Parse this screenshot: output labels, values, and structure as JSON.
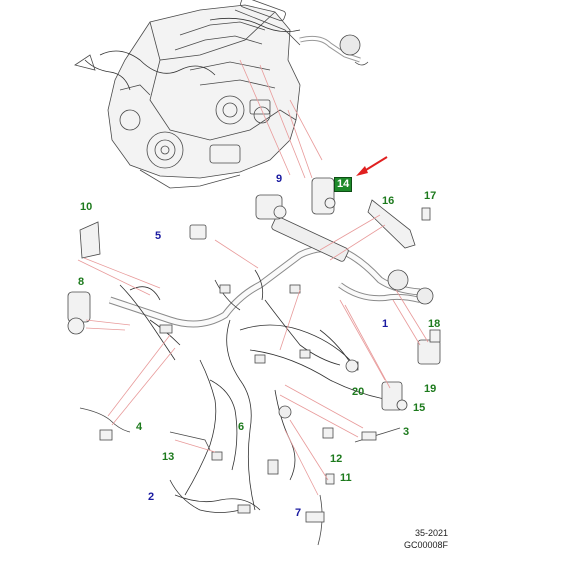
{
  "diagram": {
    "callouts": [
      {
        "id": "1",
        "text": "1",
        "color": "blue"
      },
      {
        "id": "2",
        "text": "2",
        "color": "blue"
      },
      {
        "id": "3",
        "text": "3",
        "color": "green"
      },
      {
        "id": "4",
        "text": "4",
        "color": "green"
      },
      {
        "id": "5",
        "text": "5",
        "color": "blue"
      },
      {
        "id": "6",
        "text": "6",
        "color": "green"
      },
      {
        "id": "7",
        "text": "7",
        "color": "blue"
      },
      {
        "id": "8",
        "text": "8",
        "color": "green"
      },
      {
        "id": "9",
        "text": "9",
        "color": "blue"
      },
      {
        "id": "10",
        "text": "10",
        "color": "green"
      },
      {
        "id": "11",
        "text": "11",
        "color": "green"
      },
      {
        "id": "12",
        "text": "12",
        "color": "green"
      },
      {
        "id": "13",
        "text": "13",
        "color": "green"
      },
      {
        "id": "14",
        "text": "14",
        "color": "highlight"
      },
      {
        "id": "15",
        "text": "15",
        "color": "green"
      },
      {
        "id": "16",
        "text": "16",
        "color": "green"
      },
      {
        "id": "17",
        "text": "17",
        "color": "green"
      },
      {
        "id": "18",
        "text": "18",
        "color": "green"
      },
      {
        "id": "19",
        "text": "19",
        "color": "green"
      },
      {
        "id": "20",
        "text": "20",
        "color": "green"
      }
    ],
    "footer_line1": "35-2021",
    "footer_line2": "GC00008F",
    "colors": {
      "callout_blue": "#1a1aa0",
      "callout_green": "#1d7a1d",
      "highlight_fill": "#1d8a2a",
      "leader_line": "#e89a9a",
      "arrow": "#e02020",
      "drawing": "#4a4a4a"
    },
    "icons": [
      "red-arrow-icon"
    ]
  }
}
